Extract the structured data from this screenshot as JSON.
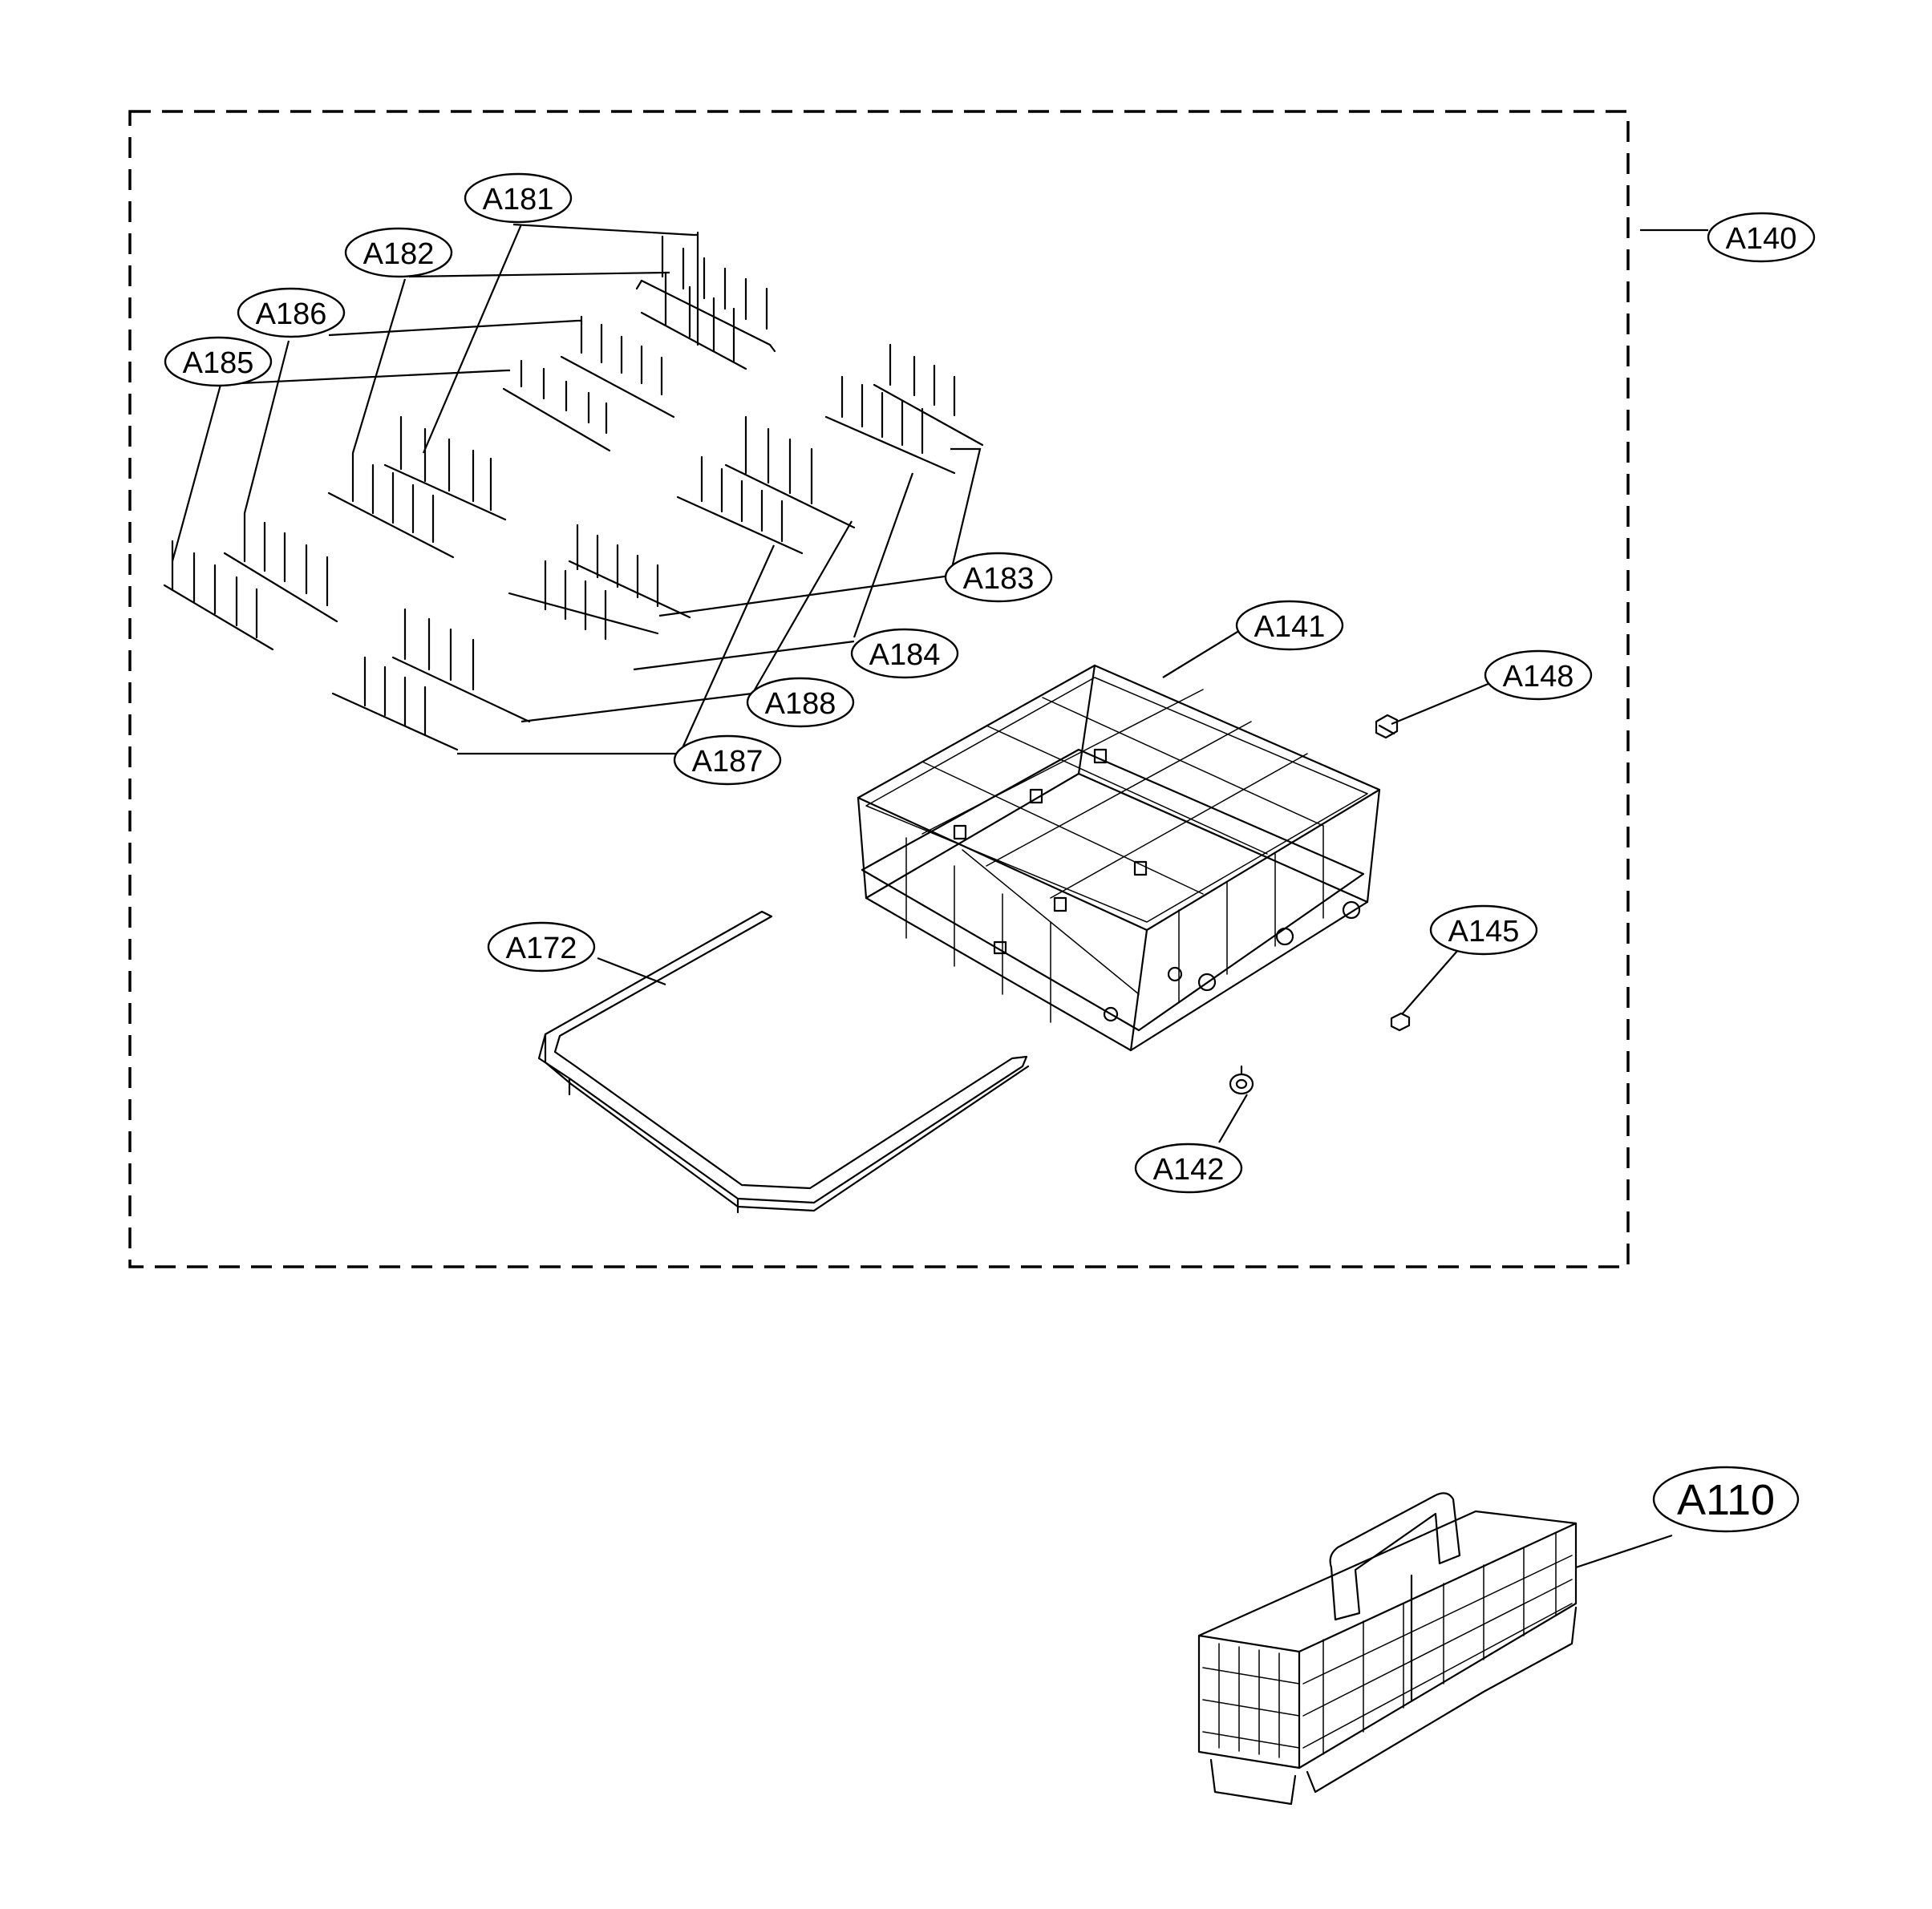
{
  "diagram": {
    "assembly_group": "A140",
    "callouts": {
      "a181": "A181",
      "a182": "A182",
      "a186": "A186",
      "a185": "A185",
      "a140": "A140",
      "a183": "A183",
      "a141": "A141",
      "a184": "A184",
      "a148": "A148",
      "a188": "A188",
      "a187": "A187",
      "a172": "A172",
      "a145": "A145",
      "a142": "A142",
      "a110": "A110"
    }
  }
}
